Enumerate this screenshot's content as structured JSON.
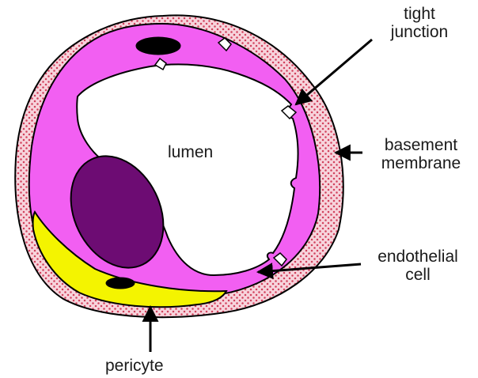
{
  "diagram": {
    "labels": {
      "tight_junction_line1": "tight",
      "tight_junction_line2": "junction",
      "basement_line1": "basement",
      "basement_line2": "membrane",
      "endothelial_line1": "endothelial",
      "endothelial_line2": "cell",
      "lumen": "lumen",
      "pericyte": "pericyte"
    },
    "colors": {
      "basement_membrane": "#f7d4dc",
      "basement_dots": "#d1405c",
      "endothelial_cell": "#f25ff2",
      "nucleus": "#6d0c73",
      "pericyte": "#f4f400",
      "small_nucleus": "#000000",
      "outline": "#000000",
      "arrow": "#000000"
    }
  }
}
